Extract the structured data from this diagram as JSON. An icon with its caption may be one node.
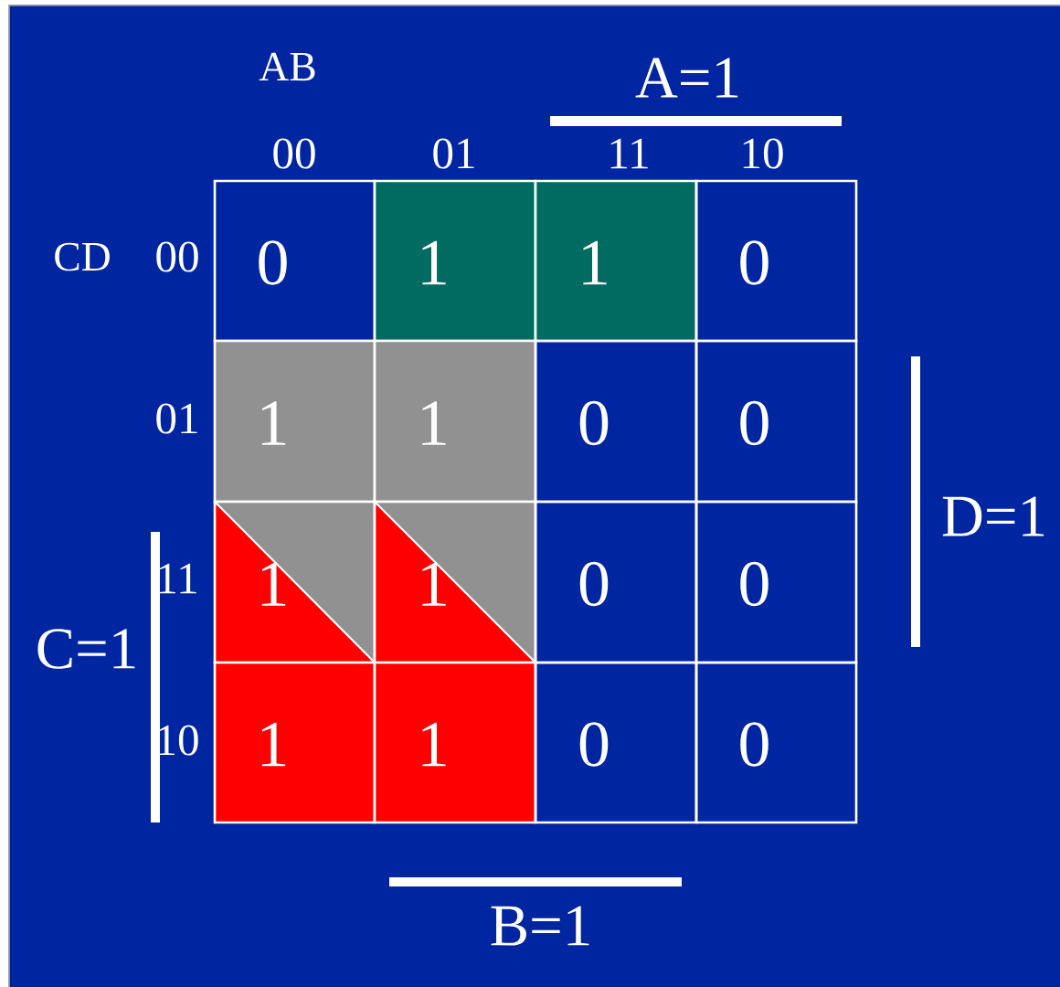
{
  "diagram": {
    "labels": [
      "AB",
      "A=1",
      "00",
      "01",
      "11",
      "10",
      "CD",
      "00",
      "0",
      "1",
      "1",
      "0",
      "01",
      "1",
      "1",
      "0",
      "0",
      "11",
      "1",
      "1",
      "0",
      "0",
      "10",
      "1",
      "1",
      "0",
      "0",
      "D=1",
      "C=1",
      "B=1"
    ]
  }
}
